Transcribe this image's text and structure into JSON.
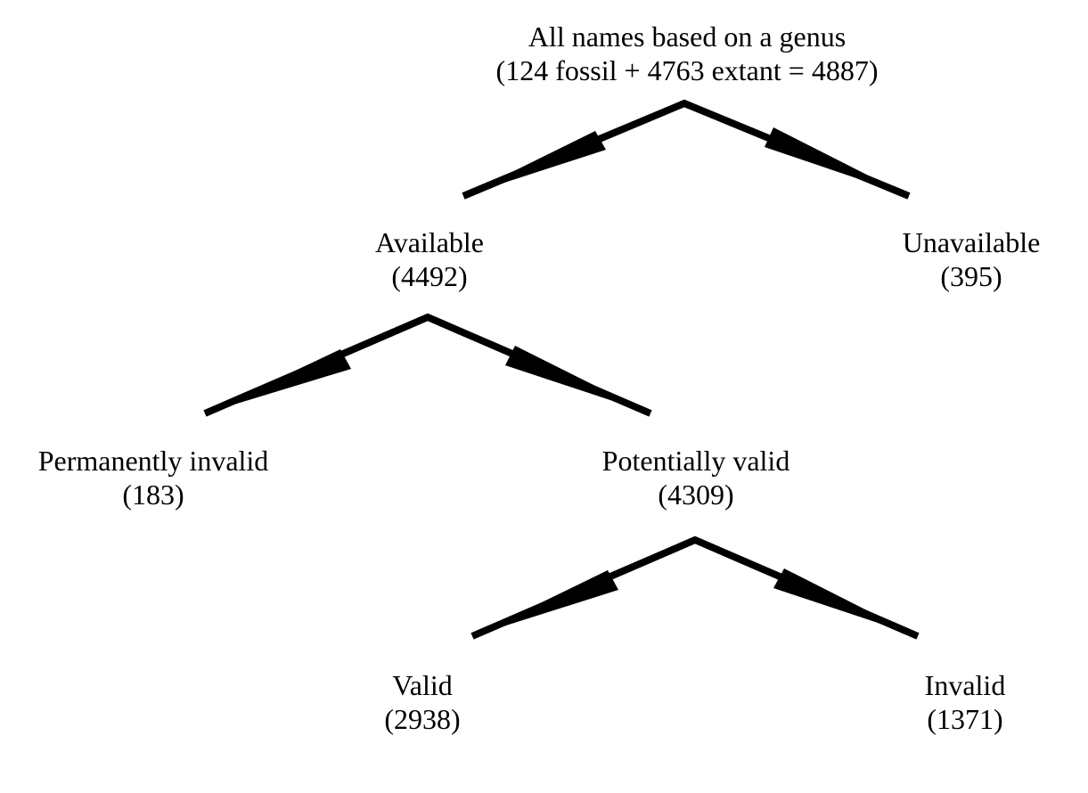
{
  "diagram": {
    "root": {
      "label": "All names based on a genus",
      "count": "(124 fossil + 4763 extant = 4887)"
    },
    "available": {
      "label": "Available",
      "count": "(4492)"
    },
    "unavailable": {
      "label": "Unavailable",
      "count": "(395)"
    },
    "permanently_invalid": {
      "label": "Permanently invalid",
      "count": "(183)"
    },
    "potentially_valid": {
      "label": "Potentially valid",
      "count": "(4309)"
    },
    "valid": {
      "label": "Valid",
      "count": "(2938)"
    },
    "invalid": {
      "label": "Invalid",
      "count": "(1371)"
    },
    "colors": {
      "ink": "#000000",
      "background": "#ffffff"
    }
  }
}
